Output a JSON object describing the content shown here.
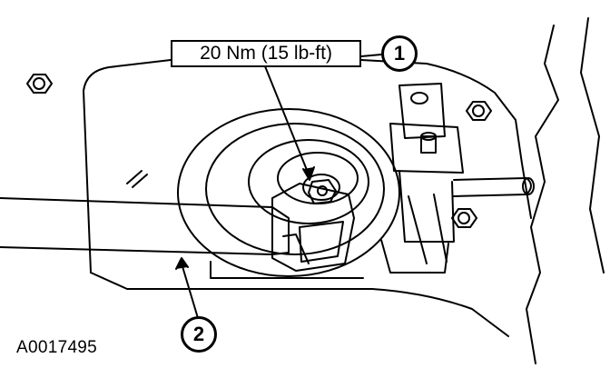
{
  "torque_spec": "20 Nm (15 lb-ft)",
  "callouts": [
    "1",
    "2"
  ],
  "figure_id": "A0017495",
  "colors": {
    "line": "#000000",
    "background": "#ffffff"
  }
}
